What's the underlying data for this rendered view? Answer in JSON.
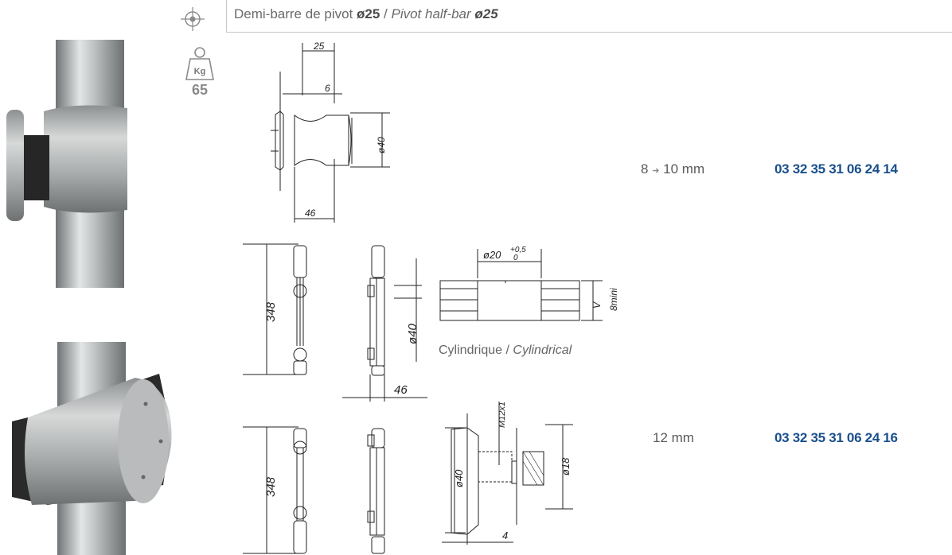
{
  "header": {
    "title_fr": "Demi-barre de pivot",
    "title_fr_size": "ø25",
    "separator": " / ",
    "title_en": "Pivot half-bar",
    "title_en_size": "ø25"
  },
  "weight": {
    "unit": "Kg",
    "value": "65"
  },
  "drawings": {
    "top": {
      "dim_width": "25",
      "dim_offset": "6",
      "dim_diameter": "ø40",
      "dim_length": "46"
    },
    "middle": {
      "dim_height": "348",
      "dim_diameter": "ø40",
      "dim_depth": "46",
      "dim_hole": "ø20",
      "dim_tolerance": "+0,5",
      "dim_tolerance_low": "0",
      "dim_glass_v": "V",
      "dim_glass_min": "8mini"
    },
    "bottom": {
      "dim_height": "348",
      "dim_thread": "M12x1",
      "dim_diameter": "ø40",
      "dim_bush": "ø18",
      "dim_gap": "4"
    }
  },
  "caption": {
    "fr": "Cylindrique",
    "separator": " / ",
    "en": "Cylindrical"
  },
  "products": [
    {
      "range_from": "8",
      "range_arrow": "➜",
      "range_to": "10 mm",
      "code": "03 32 35 31 06 24 14"
    },
    {
      "range": "12 mm",
      "code": "03 32 35 31 06 24 16"
    }
  ],
  "colors": {
    "code_blue": "#1a4f8c",
    "metal": "#a9acad"
  },
  "icons": [
    "crosshair-icon",
    "weight-icon"
  ]
}
